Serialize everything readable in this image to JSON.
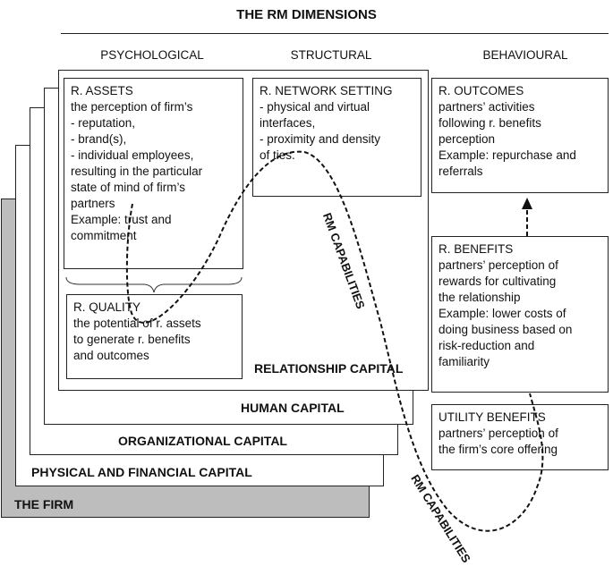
{
  "title": "THE RM DIMENSIONS",
  "columns": {
    "psychological": "PSYCHOLOGICAL",
    "structural": "STRUCTURAL",
    "behavioural": "BEHAVIOURAL"
  },
  "layers": {
    "relationship": "RELATIONSHIP CAPITAL",
    "human": "HUMAN CAPITAL",
    "organizational": "ORGANIZATIONAL CAPITAL",
    "physical": "PHYSICAL AND FINANCIAL CAPITAL",
    "firm": "THE FIRM"
  },
  "boxes": {
    "assets": {
      "title": "R. ASSETS",
      "lines": [
        "the perception of firm’s",
        "- reputation,",
        "- brand(s),",
        "- individual employees,",
        "resulting in the particular",
        "state of mind of firm’s",
        "partners",
        "Example: trust and",
        "commitment"
      ]
    },
    "network": {
      "title": "R. NETWORK SETTING",
      "lines": [
        "- physical and virtual",
        "interfaces,",
        "- proximity and density",
        "of ties."
      ]
    },
    "quality": {
      "title": "R. QUALITY",
      "lines": [
        "the potential of r. assets",
        "to generate r. benefits",
        "and outcomes"
      ]
    },
    "outcomes": {
      "title": "R. OUTCOMES",
      "lines": [
        "partners’ activities",
        "following r. benefits",
        "perception",
        "Example: repurchase and",
        "referrals"
      ]
    },
    "benefits": {
      "title": "R. BENEFITS",
      "lines": [
        "partners’ perception of",
        "rewards for cultivating",
        "the relationship",
        "Example: lower costs of",
        "doing business based on",
        "risk-reduction and",
        "familiarity"
      ]
    },
    "utility": {
      "title": "UTILITY BENEFITS",
      "lines": [
        "partners’ perception of",
        "the firm’s core offering"
      ]
    }
  },
  "rm_capabilities": {
    "label_upper": "RM CAPABILITIES",
    "label_lower": "RM CAPABILITIES"
  }
}
